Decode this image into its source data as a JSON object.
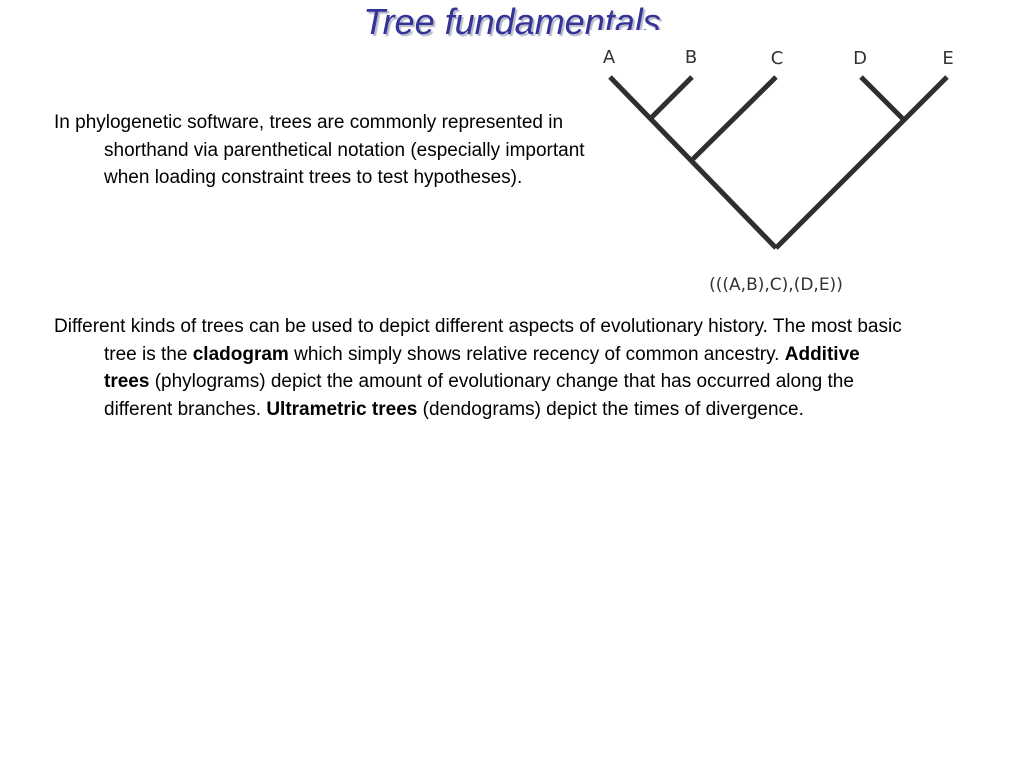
{
  "slide": {
    "title": "Tree fundamentals"
  },
  "paragraph1": {
    "text": "In phylogenetic software, trees are commonly represented in shorthand via parenthetical notation (especially important when loading constraint trees to test hypotheses)."
  },
  "paragraph2": {
    "part1": "Different kinds of trees can be used to depict different aspects of evolutionary history.  The most basic tree is the ",
    "cladogram": "cladogram",
    "part2": " which simply shows relative recency of common ancestry.  ",
    "additive_trees": "Additive trees",
    "part3": " (phylograms) depict the amount of evolutionary change that has occurred along the different branches.  ",
    "ultrametric_trees": "Ultrametric trees",
    "part4": " (dendograms) depict the times of divergence."
  },
  "tree_figure": {
    "taxa": [
      "A",
      "B",
      "C",
      "D",
      "E"
    ],
    "notation": "(((A,B),C),(D,E))"
  }
}
